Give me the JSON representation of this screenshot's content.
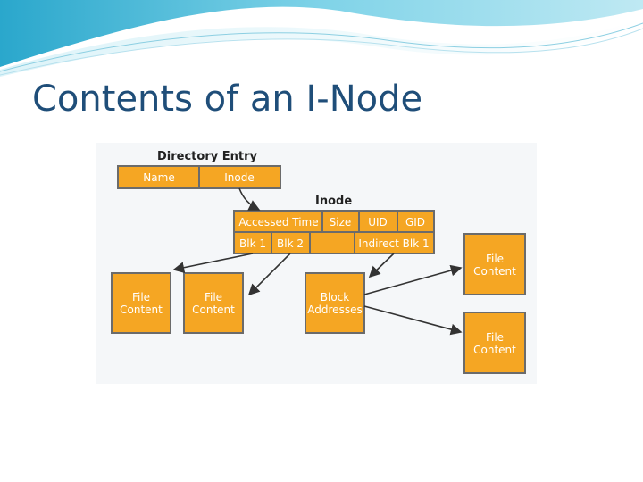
{
  "title": "Contents of an I-Node",
  "diagram": {
    "directory_entry": {
      "heading": "Directory Entry",
      "fields": [
        "Name",
        "Inode"
      ]
    },
    "inode": {
      "heading": "Inode",
      "row1": [
        "Accessed Time",
        "Size",
        "UID",
        "GID"
      ],
      "row2": [
        "Blk 1",
        "Blk 2",
        "",
        "Indirect Blk 1"
      ]
    },
    "blocks": {
      "file_content_1": [
        "File",
        "Content"
      ],
      "file_content_2": [
        "File",
        "Content"
      ],
      "block_addresses": [
        "Block",
        "Addresses"
      ],
      "file_content_3": [
        "File",
        "Content"
      ],
      "file_content_4": [
        "File",
        "Content"
      ]
    }
  },
  "colors": {
    "box_fill": "#f5a623",
    "box_stroke": "#6b6b6b",
    "title": "#1f4e79",
    "header_wave": "#3fb4d4"
  }
}
